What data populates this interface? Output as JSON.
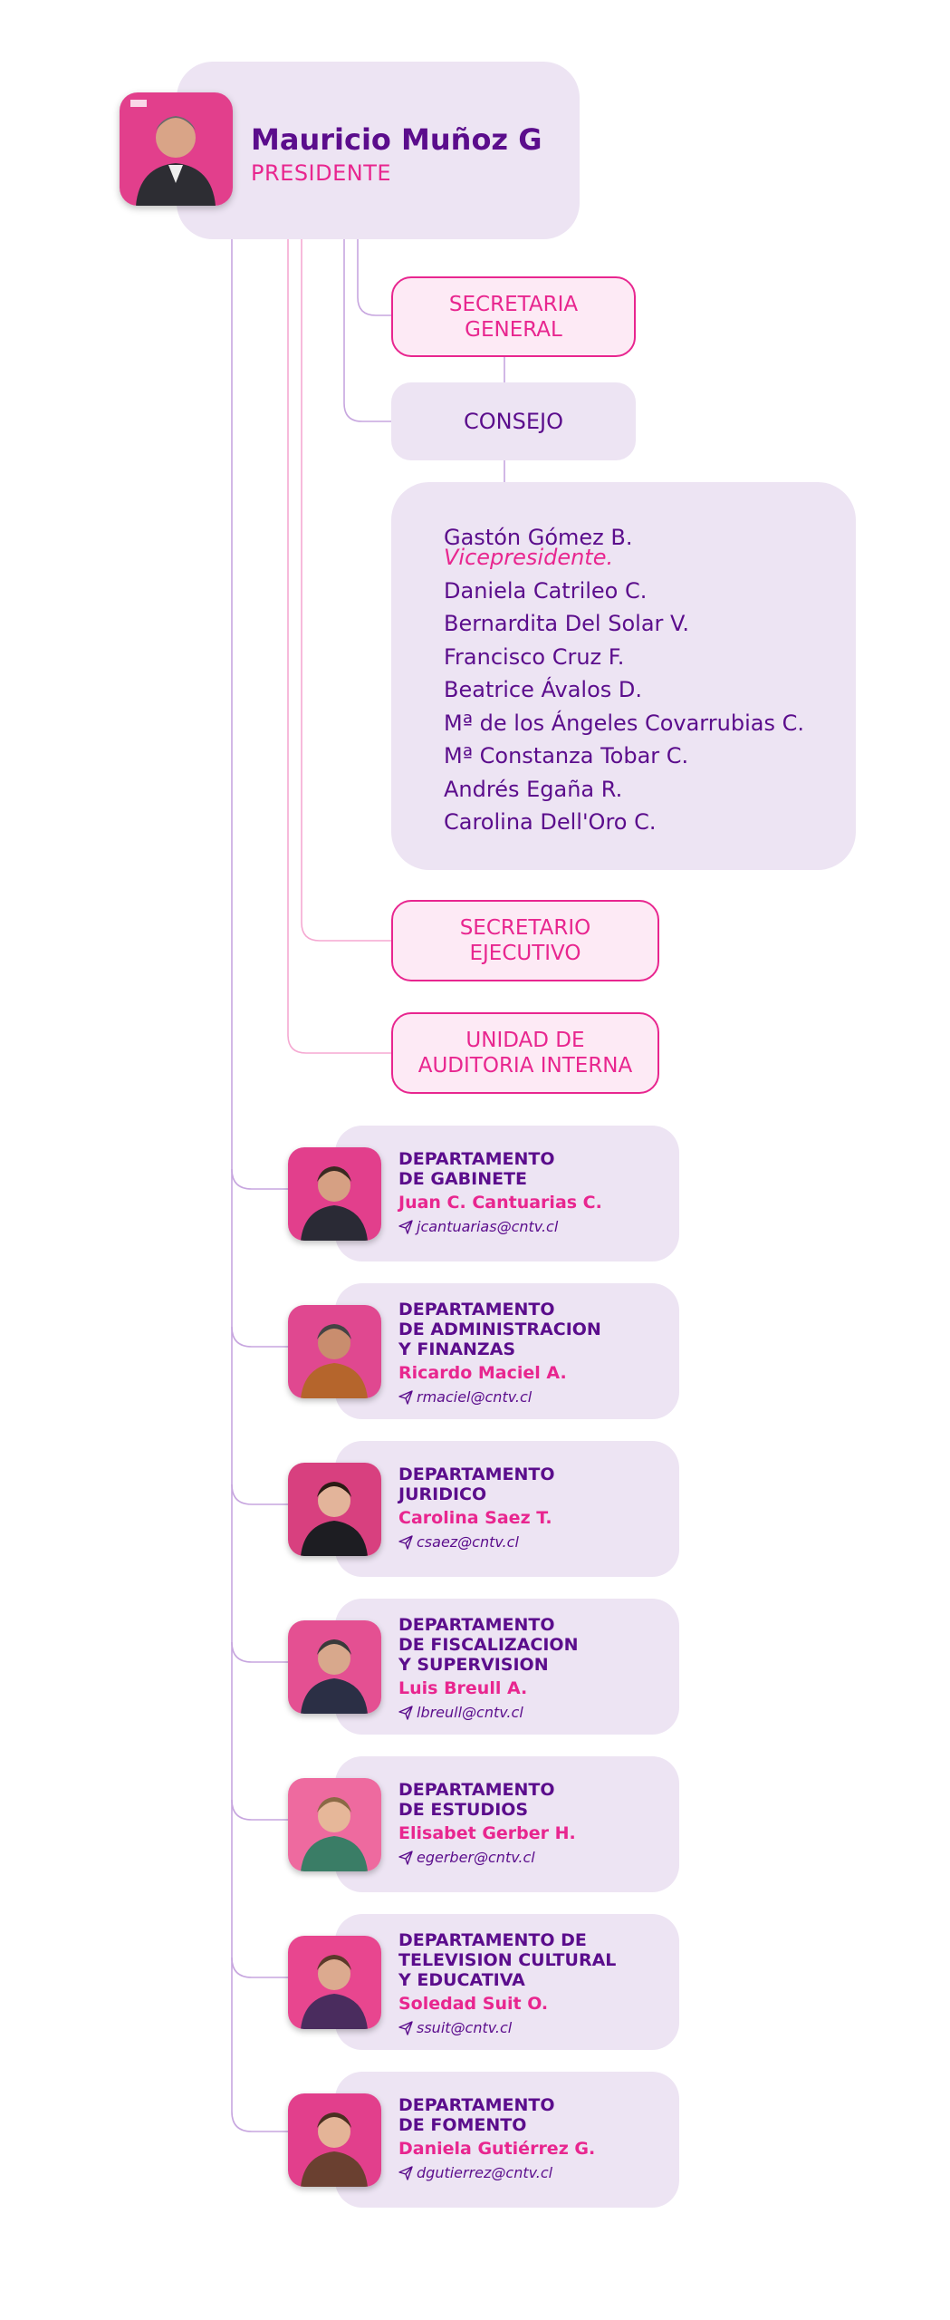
{
  "president": {
    "name": "Mauricio Muñoz G",
    "title": "PRESIDENTE"
  },
  "secretaria_general": "SECRETARIA\nGENERAL",
  "consejo": {
    "label": "CONSEJO",
    "vice_name": "Gastón Gómez B.",
    "vice_role": "Vicepresidente.",
    "members": [
      "Daniela Catrileo C.",
      "Bernardita Del Solar V.",
      "Francisco Cruz F.",
      "Beatrice Ávalos D.",
      "Mª de los Ángeles Covarrubias C.",
      "Mª Constanza Tobar C.",
      "Andrés Egaña R.",
      "Carolina Dell'Oro C."
    ]
  },
  "secretario_ejecutivo": "SECRETARIO\nEJECUTIVO",
  "auditoria": "UNIDAD DE\nAUDITORIA INTERNA",
  "departments": [
    {
      "title": "DEPARTAMENTO\nDE GABINETE",
      "person": "Juan C. Cantuarias C.",
      "email": "jcantuarias@cntv.cl"
    },
    {
      "title": "DEPARTAMENTO\nDE ADMINISTRACION\nY FINANZAS",
      "person": "Ricardo Maciel A.",
      "email": "rmaciel@cntv.cl"
    },
    {
      "title": "DEPARTAMENTO\nJURIDICO",
      "person": "Carolina Saez T.",
      "email": "csaez@cntv.cl"
    },
    {
      "title": "DEPARTAMENTO\nDE FISCALIZACION\nY SUPERVISION",
      "person": "Luis Breull A.",
      "email": "lbreull@cntv.cl"
    },
    {
      "title": "DEPARTAMENTO\nDE ESTUDIOS",
      "person": "Elisabet Gerber H.",
      "email": "egerber@cntv.cl"
    },
    {
      "title": "DEPARTAMENTO DE\nTELEVISION CULTURAL\nY EDUCATIVA",
      "person": "Soledad Suit O.",
      "email": "ssuit@cntv.cl"
    },
    {
      "title": "DEPARTAMENTO\nDE FOMENTO",
      "person": "Daniela Gutiérrez G.",
      "email": "dgutierrez@cntv.cl"
    }
  ],
  "colors": {
    "primary": "#5b0d8c",
    "accent": "#e8268f",
    "card_bg": "#ede4f3",
    "box_bg": "#fdeaf5",
    "connector": "#c7a6df"
  }
}
